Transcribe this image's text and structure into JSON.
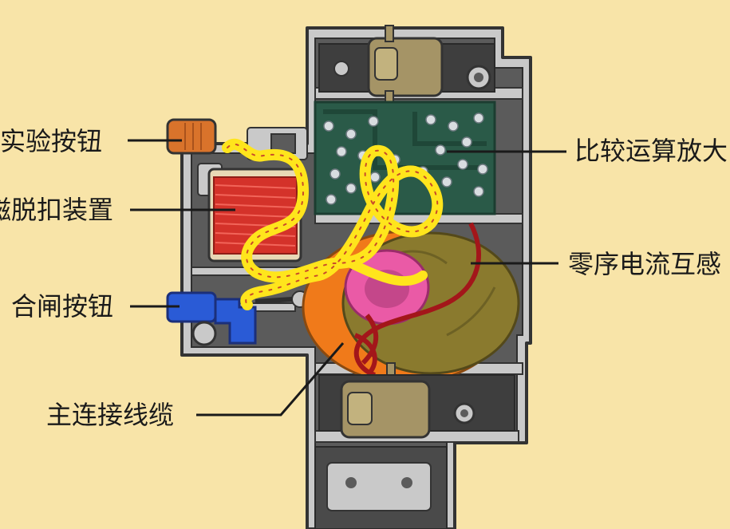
{
  "labels": {
    "test_button": "实验按钮",
    "magnetic_trip": "磁脱扣装置",
    "close_button": "合闸按钮",
    "main_cable": "主连接线缆",
    "comparator_amp": "比较运算放大",
    "zero_seq_ct": "零序电流互感"
  },
  "colors": {
    "background": "#f8e4a8",
    "housing": "#5b5b5b",
    "housing_frame": "#c9c9c9",
    "pcb": "#2a5a48",
    "coil": "#d4322a",
    "test_button": "#d9732b",
    "close_button": "#2a5bd6",
    "current_path": "#ffe51c",
    "toroid": "#8a7a2e",
    "toroid_ring": "#f07a1a",
    "toroid_inner": "#ea5aa6",
    "terminal": "#a59466",
    "leader_line": "#1a1a1a"
  }
}
